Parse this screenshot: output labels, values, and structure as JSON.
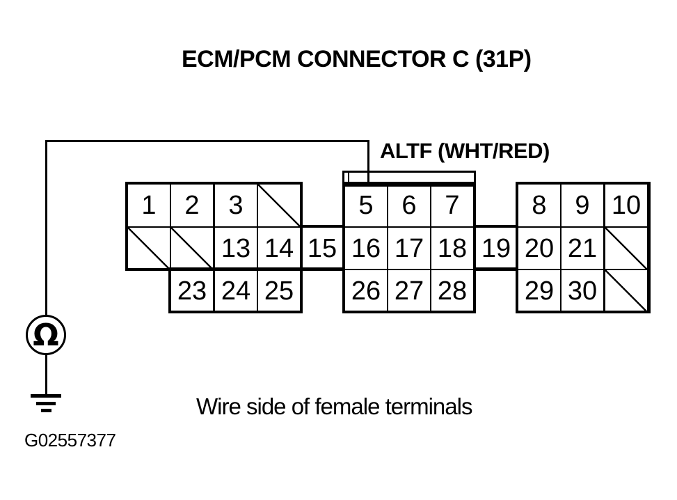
{
  "title": "ECM/PCM CONNECTOR C (31P)",
  "wire_label": "ALTF (WHT/RED)",
  "caption": "Wire side of female terminals",
  "figure_id": "G02557377",
  "meter": {
    "symbol": "Ω"
  },
  "colors": {
    "ink": "#000000",
    "background": "#ffffff"
  },
  "connector": {
    "r1": [
      "1",
      "2",
      "3",
      "5",
      "6",
      "7",
      "8",
      "9",
      "10"
    ],
    "r2": [
      "13",
      "14",
      "15",
      "16",
      "17",
      "18",
      "19",
      "20",
      "21"
    ],
    "r3": [
      "23",
      "24",
      "25",
      "26",
      "27",
      "28",
      "29",
      "30"
    ]
  }
}
